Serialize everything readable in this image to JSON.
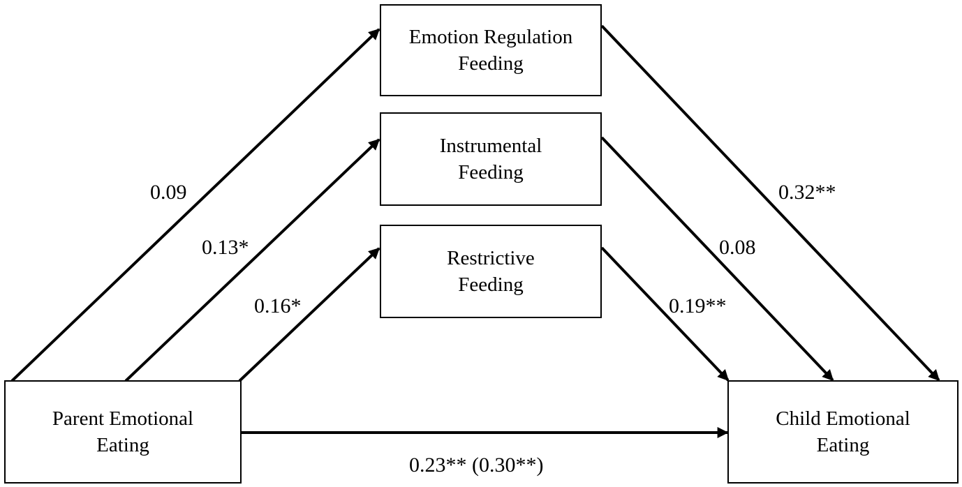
{
  "nodes": {
    "emotion_regulation": {
      "line1": "Emotion Regulation",
      "line2": "Feeding"
    },
    "instrumental": {
      "line1": "Instrumental",
      "line2": "Feeding"
    },
    "restrictive": {
      "line1": "Restrictive",
      "line2": "Feeding"
    },
    "parent": {
      "line1": "Parent Emotional",
      "line2": "Eating"
    },
    "child": {
      "line1": "Child Emotional",
      "line2": "Eating"
    }
  },
  "paths": {
    "parent_to_emotion_regulation": "0.09",
    "parent_to_instrumental": "0.13*",
    "parent_to_restrictive": "0.16*",
    "emotion_regulation_to_child": "0.32**",
    "instrumental_to_child": "0.08",
    "restrictive_to_child": "0.19**",
    "parent_to_child": "0.23** (0.30**)"
  }
}
